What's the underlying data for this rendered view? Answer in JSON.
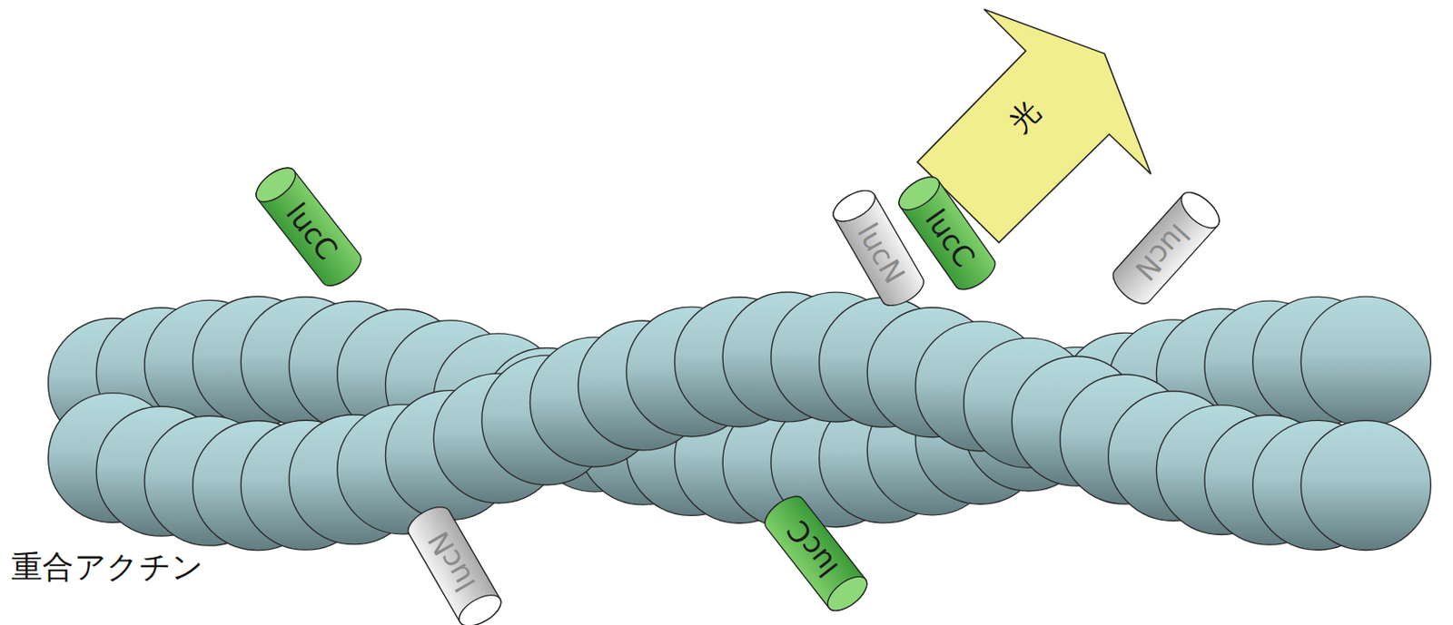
{
  "diagram": {
    "nodes": [
      {
        "text": [
          "光"
        ]
      },
      {
        "text": [
          "lucC"
        ]
      },
      {
        "text": [
          "lucN"
        ]
      },
      {
        "text": [
          "lucC"
        ]
      },
      {
        "text": [
          "lucN"
        ]
      },
      {
        "text": [
          "lucC"
        ]
      },
      {
        "text": [
          "lucN"
        ]
      }
    ],
    "labels": [
      "重合アクチン"
    ]
  }
}
